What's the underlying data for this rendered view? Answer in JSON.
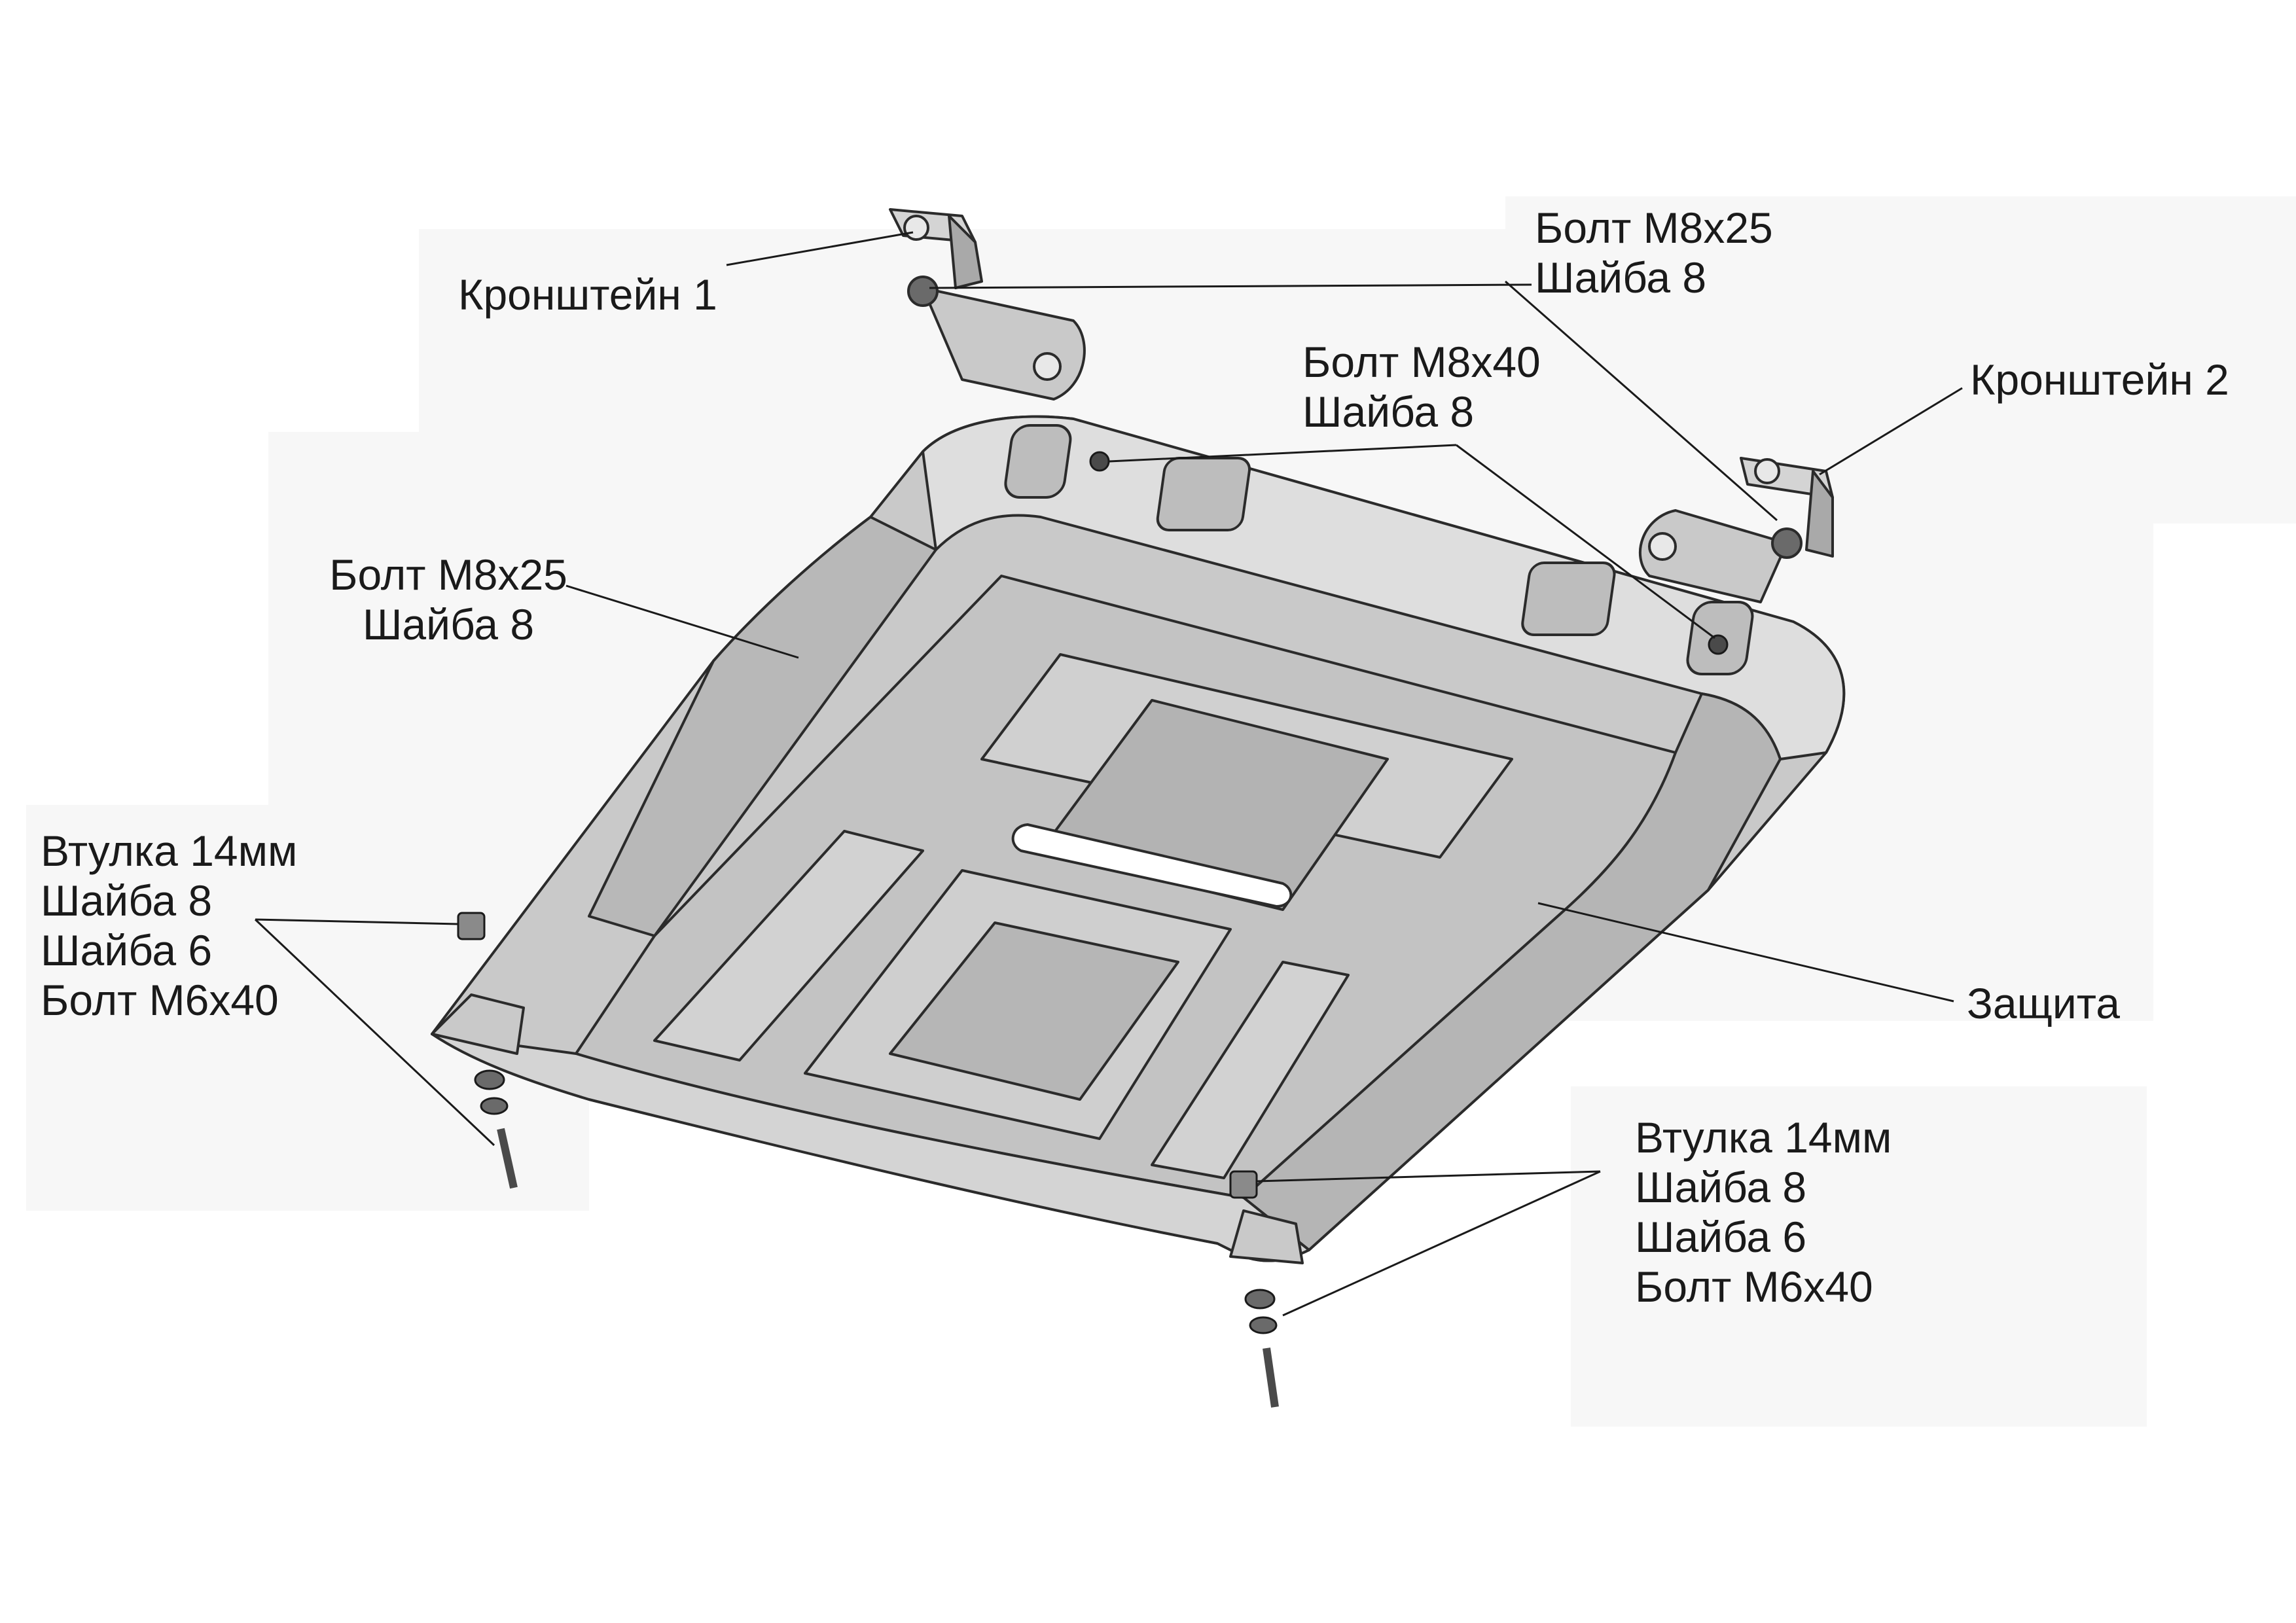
{
  "labels": {
    "bracket1": {
      "lines": [
        "Кронштейн 1"
      ]
    },
    "bolt_top_right": {
      "lines": [
        "Болт M8x25",
        "Шайба 8"
      ]
    },
    "bracket2": {
      "lines": [
        "Кронштейн 2"
      ]
    },
    "bolt_m8x40": {
      "lines": [
        "Болт M8x40",
        "Шайба 8"
      ]
    },
    "bolt_left": {
      "lines": [
        "Болт M8x25",
        "Шайба 8"
      ]
    },
    "bushing_left": {
      "lines": [
        "Втулка 14мм",
        "Шайба 8",
        "Шайба 6",
        "Болт M6x40"
      ]
    },
    "guard": {
      "lines": [
        "Защита"
      ]
    },
    "bushing_right": {
      "lines": [
        "Втулка 14мм",
        "Шайба 8",
        "Шайба 6",
        "Болт M6x40"
      ]
    }
  },
  "colors": {
    "plate_fill": "#c9c9c9",
    "plate_dark": "#a9a9a9",
    "plate_light": "#dedede",
    "edge": "#2b2b2b",
    "leader": "#1a1a1a",
    "background_patch": "#f7f7f7"
  }
}
